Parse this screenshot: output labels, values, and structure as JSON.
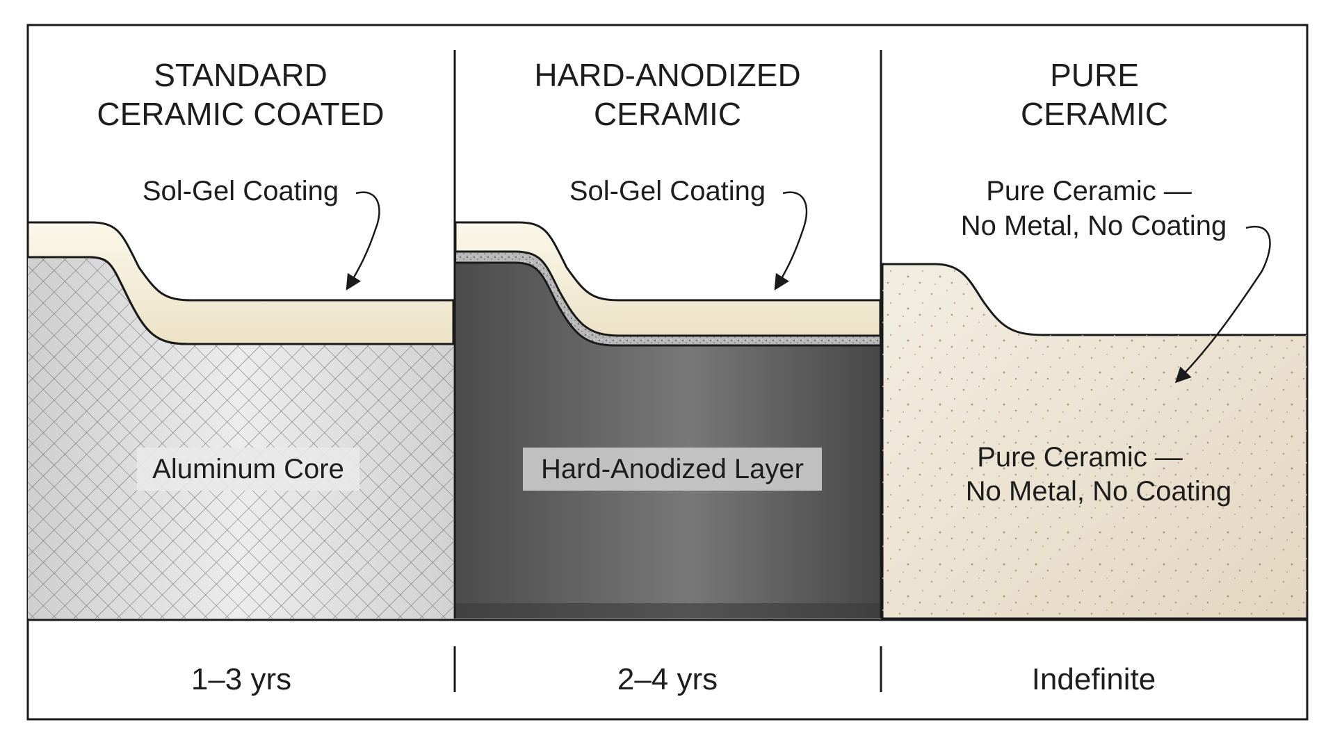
{
  "columns": [
    {
      "title_lines": [
        "STANDARD",
        "CERAMIC COATED"
      ],
      "callout_lines": [
        "Sol-Gel Coating"
      ],
      "body_label": "Aluminum Core",
      "footer": "1–3 yrs"
    },
    {
      "title_lines": [
        "HARD-ANODIZED",
        "CERAMIC"
      ],
      "callout_lines": [
        "Sol-Gel Coating"
      ],
      "body_label": "Hard-Anodized Layer",
      "footer": "2–4 yrs"
    },
    {
      "title_lines": [
        "PURE",
        "CERAMIC"
      ],
      "callout_lines": [
        "Pure Ceramic —",
        "No Metal, No Coating"
      ],
      "body_label_lines": [
        "Pure Ceramic —",
        "No Metal, No Coating"
      ],
      "footer": "Indefinite"
    }
  ],
  "colors": {
    "sol_gel_coating": "#f1ead2",
    "aluminum_core": "#d8d8d8",
    "hard_anodized": "#5c5c5c",
    "pure_ceramic": "#ece2d1",
    "outline": "#1a1a1a"
  }
}
